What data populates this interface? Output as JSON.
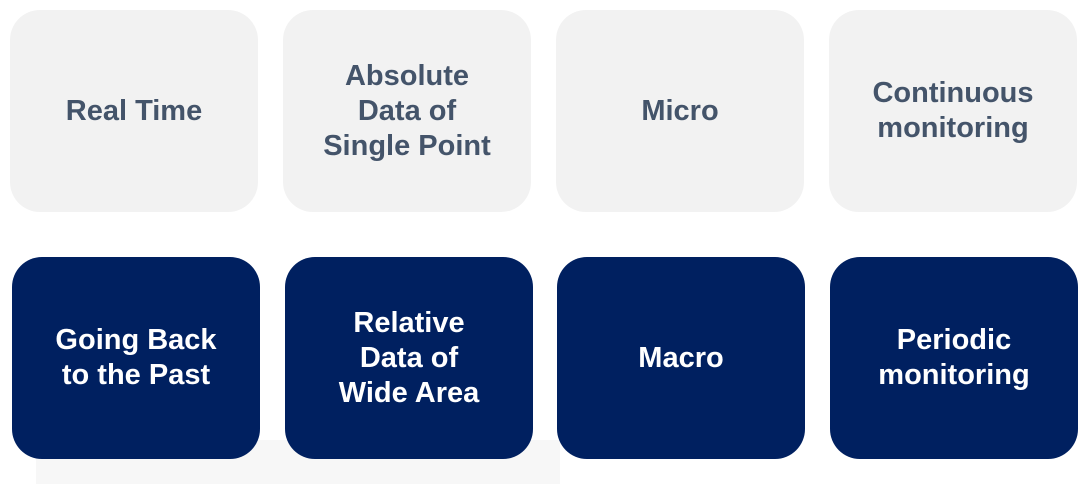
{
  "colors": {
    "light_tile_bg": "#f2f2f2",
    "light_tile_text": "#44546a",
    "dark_tile_bg": "#002060",
    "dark_tile_text": "#ffffff"
  },
  "top_row": [
    {
      "label": "Real Time"
    },
    {
      "label": "Absolute\nData of\nSingle Point"
    },
    {
      "label": "Micro"
    },
    {
      "label": "Continuous\nmonitoring"
    }
  ],
  "bottom_row": [
    {
      "label": "Going Back\nto the Past"
    },
    {
      "label": "Relative\nData of\nWide Area"
    },
    {
      "label": "Macro"
    },
    {
      "label": "Periodic\nmonitoring"
    }
  ]
}
